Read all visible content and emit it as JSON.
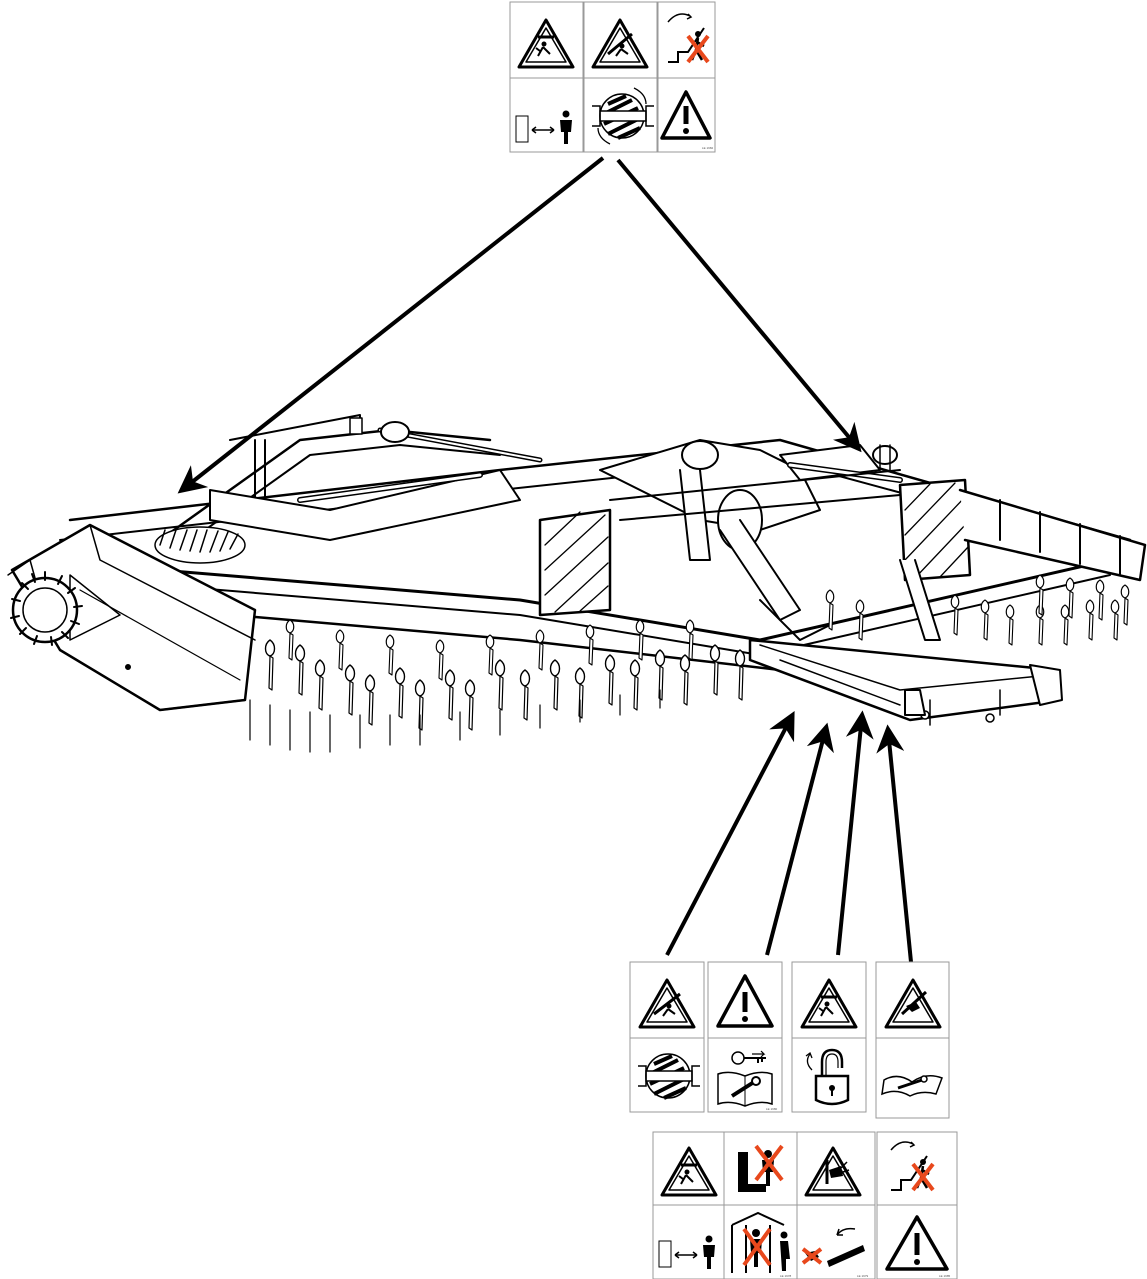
{
  "figure": {
    "subject": "towed-cultivator-with-spring-tines-and-folding-wings",
    "decal_sets": [
      {
        "id": "top-set",
        "symbols": [
          "crush-overhead-warning-icon",
          "crush-folding-wing-warning-icon",
          "no-riding-on-machine-icon",
          "keep-safe-distance-icon",
          "rotating-parts-icon",
          "general-warning-icon"
        ],
        "code": "LE 1982"
      },
      {
        "id": "drawbar-set-upper",
        "symbols": [
          "crush-folding-wing-warning-icon",
          "general-warning-icon",
          "crush-overhead-warning-icon",
          "hand-crush-warning-icon",
          "rotating-parts-icon",
          "read-manual-remove-key-icon",
          "lock-before-transport-icon",
          "read-manual-icon"
        ],
        "code": "LE 1980"
      },
      {
        "id": "drawbar-set-lower",
        "symbols": [
          "crush-overhead-warning-icon",
          "no-standing-near-icon",
          "hand-crush-warning-icon",
          "no-riding-on-machine-icon",
          "keep-safe-distance-icon",
          "no-standing-between-icon",
          "no-climbing-on-drawbar-icon",
          "general-warning-icon"
        ],
        "codes": [
          "LE 1978",
          "LE 1979",
          "LE 1985"
        ]
      }
    ],
    "colors": {
      "line": "#000000",
      "tile_border": "#9a9a9a",
      "prohibition": "#e8481c",
      "background": "#ffffff"
    }
  }
}
